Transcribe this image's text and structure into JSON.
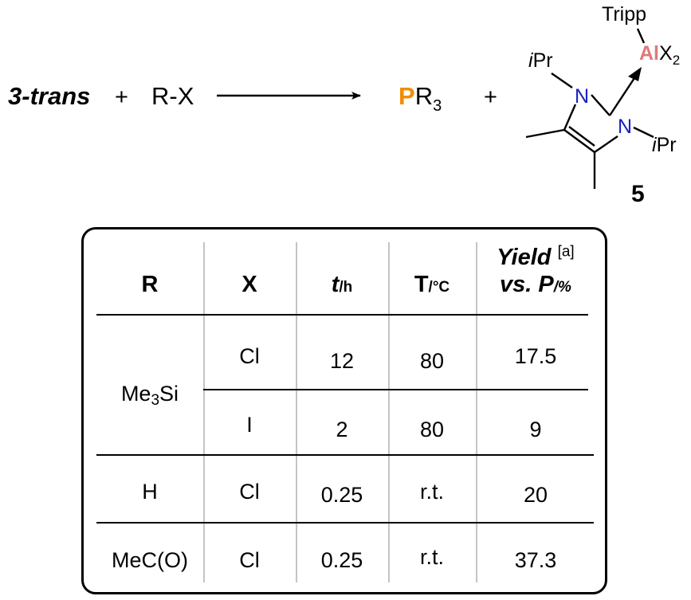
{
  "scheme": {
    "reactant1": "3-trans",
    "plus1": "+",
    "reactant2": "R-X",
    "product1_p": "P",
    "product1_r": "R",
    "product1_sub": "3",
    "plus2": "+",
    "compound_label": "5",
    "atoms": {
      "tripp": "Tripp",
      "al": "Al",
      "x": "X",
      "x_sub": "2",
      "n1": "N",
      "n2": "N",
      "ipr1_i": "i",
      "ipr1_pr": "Pr",
      "ipr2_i": "i",
      "ipr2_pr": "Pr"
    },
    "colors": {
      "phosphorus": "#f28c00",
      "aluminum": "#e0787a",
      "nitrogen": "#1a20c0"
    }
  },
  "table": {
    "headers": {
      "r": "R",
      "x": "X",
      "t": "t",
      "t_unit": "/h",
      "temp": "T",
      "temp_unit": "/°C",
      "yield_line1": "Yield",
      "yield_note": "[a]",
      "yield_line2": "vs. P",
      "yield_unit": "/%"
    },
    "r_me3si_me": "Me",
    "r_me3si_sub": "3",
    "r_me3si_si": "Si",
    "rows": [
      {
        "r": "Me3Si",
        "x": "Cl",
        "t": "12",
        "temp": "80",
        "yield": "17.5"
      },
      {
        "r": "Me3Si",
        "x": "I",
        "t": "2",
        "temp": "80",
        "yield": "9"
      },
      {
        "r": "H",
        "x": "Cl",
        "t": "0.25",
        "temp": "r.t.",
        "yield": "20"
      },
      {
        "r": "MeC(O)",
        "x": "Cl",
        "t": "0.25",
        "temp": "r.t.",
        "yield": "37.3"
      }
    ]
  }
}
